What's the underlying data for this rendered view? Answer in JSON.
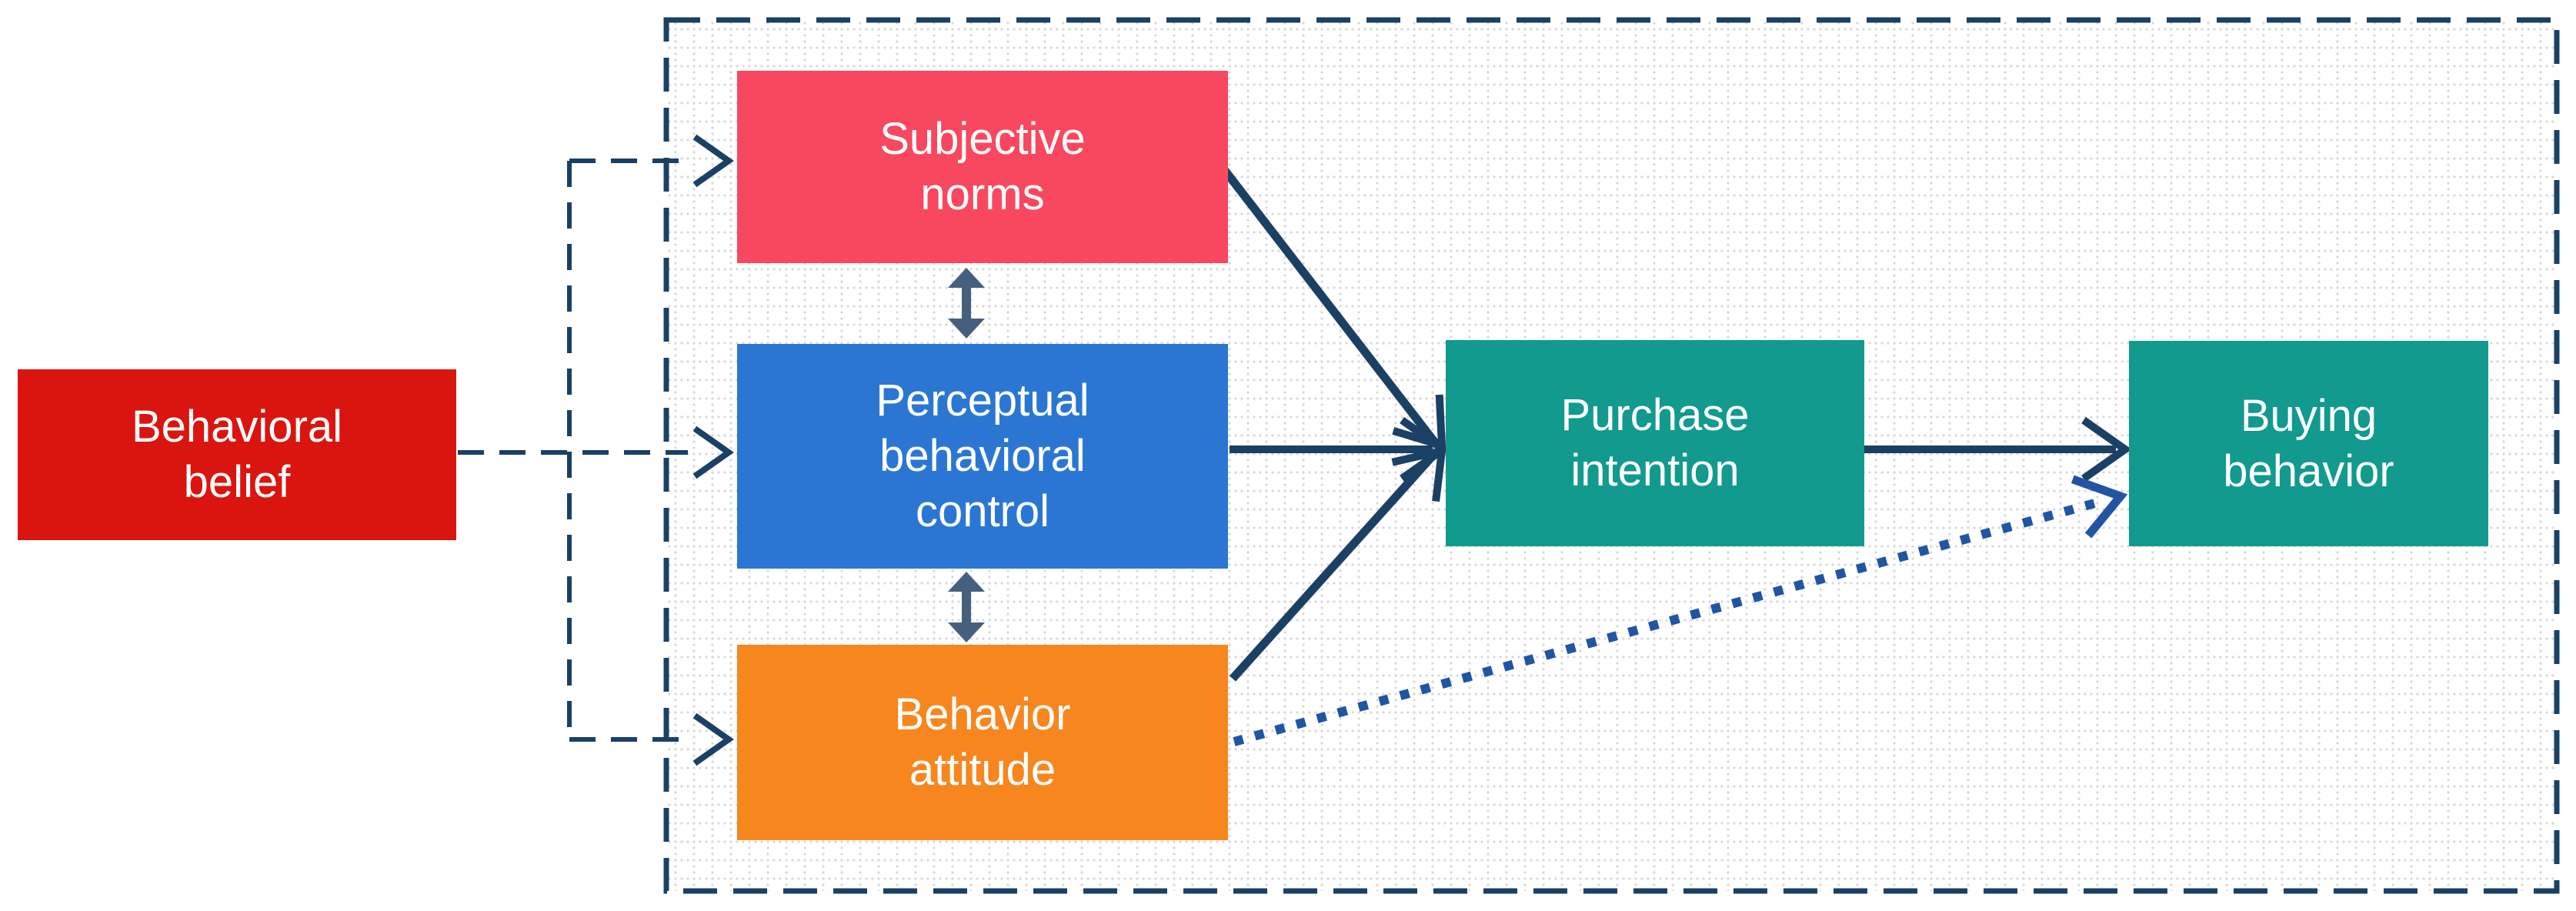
{
  "diagram": {
    "type": "flow-diagram",
    "nodes": [
      {
        "id": "behavioral-belief",
        "label": "Behavioral belief",
        "color": "#da150f"
      },
      {
        "id": "subjective-norms",
        "label": "Subjective norms",
        "color": "#f8485f"
      },
      {
        "id": "perceptual-behavioral-control",
        "label": "Perceptual behavioral control",
        "color": "#2b76d3"
      },
      {
        "id": "behavior-attitude",
        "label": "Behavior attitude",
        "color": "#f7861e"
      },
      {
        "id": "purchase-intention",
        "label": "Purchase intention",
        "color": "#119a8d"
      },
      {
        "id": "buying-behavior",
        "label": "Buying behavior",
        "color": "#119a8d"
      }
    ],
    "edges": [
      {
        "from": "behavioral-belief",
        "to": "subjective-norms",
        "style": "dashed-arrow"
      },
      {
        "from": "behavioral-belief",
        "to": "perceptual-behavioral-control",
        "style": "dashed-arrow"
      },
      {
        "from": "behavioral-belief",
        "to": "behavior-attitude",
        "style": "dashed-arrow"
      },
      {
        "from": "subjective-norms",
        "to": "perceptual-behavioral-control",
        "style": "double-headed-arrow"
      },
      {
        "from": "perceptual-behavioral-control",
        "to": "behavior-attitude",
        "style": "double-headed-arrow"
      },
      {
        "from": "subjective-norms",
        "to": "purchase-intention",
        "style": "solid-arrow"
      },
      {
        "from": "perceptual-behavioral-control",
        "to": "purchase-intention",
        "style": "solid-arrow"
      },
      {
        "from": "behavior-attitude",
        "to": "purchase-intention",
        "style": "solid-arrow"
      },
      {
        "from": "purchase-intention",
        "to": "buying-behavior",
        "style": "solid-arrow"
      },
      {
        "from": "behavior-attitude",
        "to": "buying-behavior",
        "style": "dotted-arrow"
      }
    ],
    "colors": {
      "navy": "#1b4065",
      "slate": "#45607c",
      "royal": "#2155a4",
      "pattern_dot": "#d9d9d9",
      "node_text": "#ffffff",
      "background": "#ffffff"
    }
  }
}
